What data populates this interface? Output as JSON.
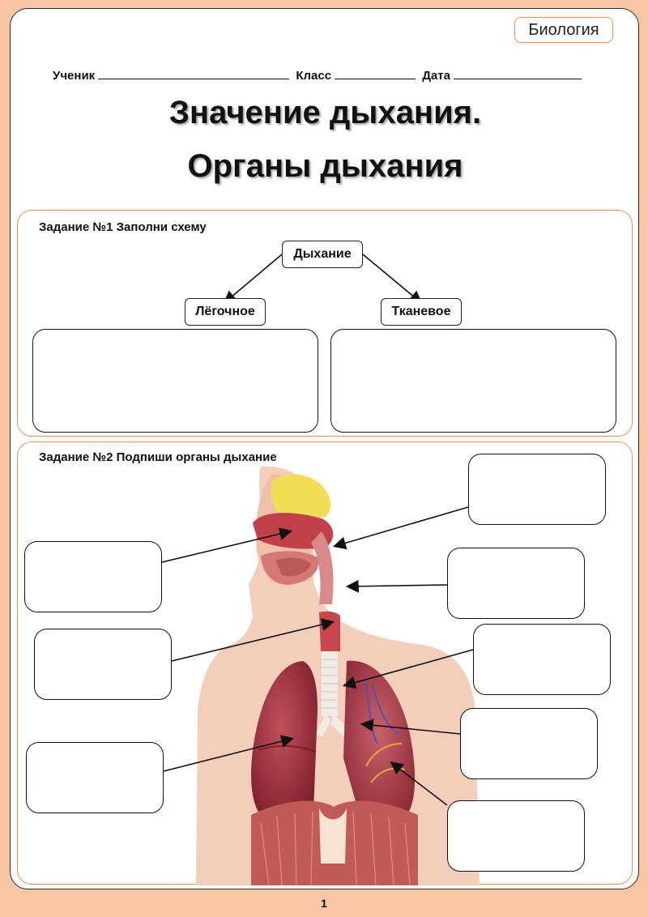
{
  "badge": "Биология",
  "meta": {
    "student": "Ученик",
    "class": "Класс",
    "date": "Дата"
  },
  "title": {
    "line1": "Значение дыхания.",
    "line2": "Органы дыхания"
  },
  "task1": {
    "label": "Задание №1 Заполни схему",
    "root": "Дыхание",
    "left": "Лёгочное",
    "right": "Тканевое"
  },
  "task2": {
    "label": "Задание №2 Подпиши органы дыхание"
  },
  "page_number": "1",
  "colors": {
    "page_bg": "#f7c7a5",
    "accent_border": "#e8955c",
    "skin": "#f3cfbb",
    "lung": "#a5323f",
    "muscle": "#c25a58",
    "sinus": "#f2dd55",
    "trachea": "#f1ece4"
  }
}
